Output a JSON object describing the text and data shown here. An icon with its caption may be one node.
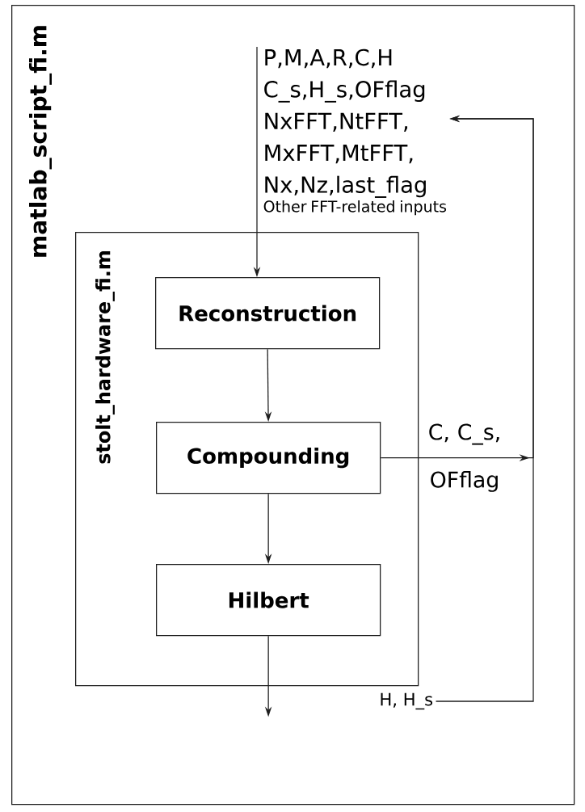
{
  "diagram": {
    "nodes": [
      {
        "text": [
          "matlab_script_fi.m"
        ]
      },
      {
        "text": [
          "stolt_hardware_fi.m"
        ],
        "in": 0
      },
      {
        "text": [
          "P,M,A,R,C,H C_s,H_s,OFflag NxFFT,NtFFT, MxFFT,MtFFT, Nx,Nz,last_flag",
          "Other FFT-related inputs"
        ],
        "in": 0
      },
      {
        "text": [
          "Reconstruction"
        ],
        "in": 1
      },
      {
        "text": [
          "Compounding"
        ],
        "in": 1
      },
      {
        "text": [
          "Hilbert"
        ],
        "in": 1
      },
      {
        "text": [
          "H, H_s"
        ],
        "in": 0
      }
    ],
    "edges": [
      {
        "from": 2,
        "to": 3,
        "arrow": "to"
      },
      {
        "from": 3,
        "to": 4,
        "arrow": "to"
      },
      {
        "from": 4,
        "to": 5,
        "arrow": "to"
      },
      {
        "from": 5,
        "to": null,
        "arrow": "to"
      },
      {
        "from": 4,
        "to": 2,
        "arrow": "to",
        "label": "C, C_s, OFflag"
      },
      {
        "from": 6,
        "to": 2,
        "arrow": "to"
      }
    ]
  }
}
